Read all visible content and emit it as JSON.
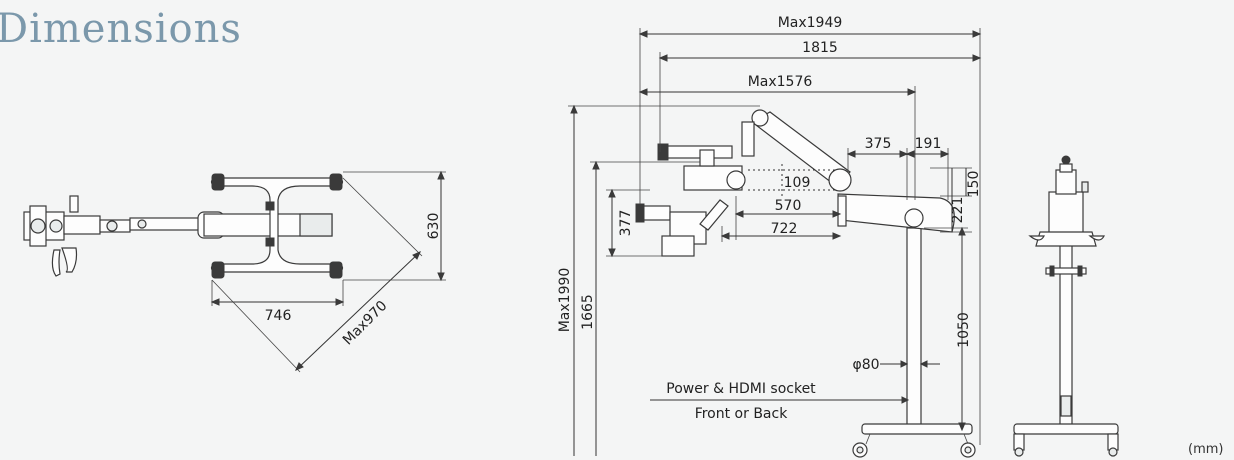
{
  "title": "Dimensions",
  "unit": "(mm)",
  "top_view": {
    "width": "746",
    "diagonal": "Max970",
    "depth": "630"
  },
  "side_view": {
    "max_reach": "Max1949",
    "reach": "1815",
    "arm_reach": "Max1576",
    "arm_seg_a": "375",
    "arm_seg_b": "191",
    "head_offset": "109",
    "arm_570": "570",
    "arm_722": "722",
    "head_height": "377",
    "total_height": "Max1990",
    "height_1665": "1665",
    "arm_150": "150",
    "arm_221": "221",
    "column_height": "1050",
    "column_diameter": "φ80",
    "socket_label": "Power & HDMI socket",
    "socket_position": "Front or Back"
  },
  "colors": {
    "title": "#7b98ab",
    "lines": "#333333",
    "background": "#f4f5f5"
  }
}
